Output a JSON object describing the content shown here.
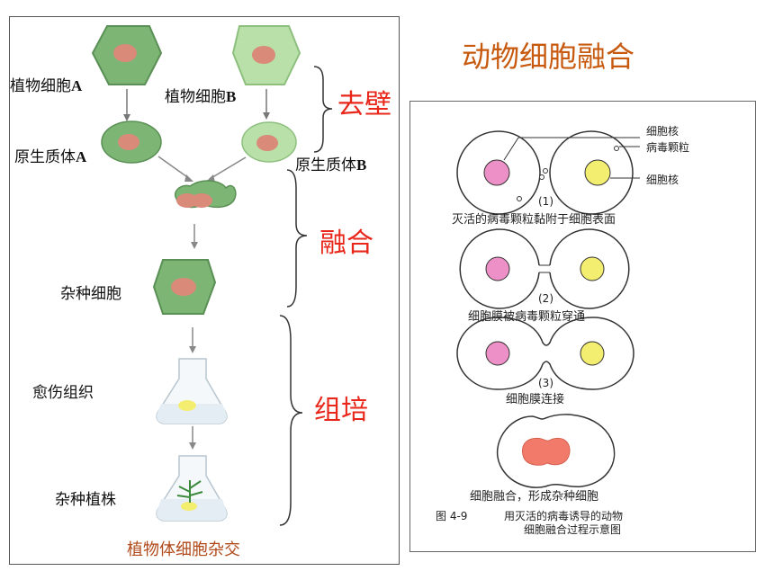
{
  "title": "动物细胞融合",
  "left_panel": {
    "labels": {
      "plant_a": "植物细胞",
      "plant_a_letter": "A",
      "plant_b": "植物细胞",
      "plant_b_letter": "B",
      "proto_a": "原生质体",
      "proto_a_letter": "A",
      "proto_b": "原生质体",
      "proto_b_letter": "B",
      "hybrid_cell": "杂种细胞",
      "callus": "愈伤组织",
      "hybrid_plant": "杂种植株"
    },
    "stages": [
      "去壁",
      "融合",
      "组培"
    ],
    "caption": "植物体细胞杂交",
    "colors": {
      "cell_dark": "#7db574",
      "cell_light": "#b9e0a8",
      "nucleus": "#d98a78",
      "stage": "#e8271a"
    }
  },
  "right_panel": {
    "labels": {
      "nucleus_top": "细胞核",
      "virus": "病毒颗粒",
      "nucleus_right": "细胞核",
      "step1_num": "(1)",
      "step1": "灭活的病毒颗粒黏附于细胞表面",
      "step2_num": "(2)",
      "step2": "细胞膜被病毒颗粒穿通",
      "step3_num": "(3)",
      "step3": "细胞膜连接",
      "step4": "细胞融合，形成杂种细胞",
      "fig_no": "图 4-9",
      "fig_line1": "用灭活的病毒诱导的动物",
      "fig_line2": "细胞融合过程示意图"
    },
    "colors": {
      "pink": "#ee90c8",
      "yellow": "#f4ee70",
      "fused": "#f27a6a"
    }
  }
}
